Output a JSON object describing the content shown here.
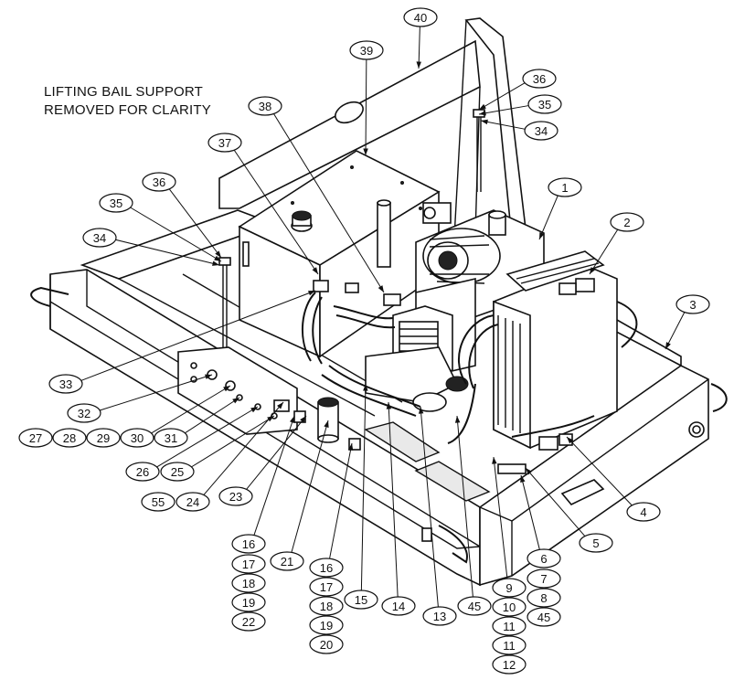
{
  "note": {
    "line1": "LIFTING BAIL SUPPORT",
    "line2": "REMOVED FOR CLARITY"
  },
  "callouts": [
    {
      "id": "c40",
      "label": "40"
    },
    {
      "id": "c39",
      "label": "39"
    },
    {
      "id": "c38",
      "label": "38"
    },
    {
      "id": "c37",
      "label": "37"
    },
    {
      "id": "c36a",
      "label": "36"
    },
    {
      "id": "c35a",
      "label": "35"
    },
    {
      "id": "c34a",
      "label": "34"
    },
    {
      "id": "c36b",
      "label": "36"
    },
    {
      "id": "c35b",
      "label": "35"
    },
    {
      "id": "c34b",
      "label": "34"
    },
    {
      "id": "c1",
      "label": "1"
    },
    {
      "id": "c2",
      "label": "2"
    },
    {
      "id": "c3",
      "label": "3"
    },
    {
      "id": "c33",
      "label": "33"
    },
    {
      "id": "c32",
      "label": "32"
    },
    {
      "id": "c27",
      "label": "27"
    },
    {
      "id": "c28",
      "label": "28"
    },
    {
      "id": "c29",
      "label": "29"
    },
    {
      "id": "c30",
      "label": "30"
    },
    {
      "id": "c31",
      "label": "31"
    },
    {
      "id": "c26",
      "label": "26"
    },
    {
      "id": "c25",
      "label": "25"
    },
    {
      "id": "c55",
      "label": "55"
    },
    {
      "id": "c24",
      "label": "24"
    },
    {
      "id": "c23",
      "label": "23"
    },
    {
      "id": "c4",
      "label": "4"
    },
    {
      "id": "c5",
      "label": "5"
    },
    {
      "id": "c16a",
      "label": "16"
    },
    {
      "id": "c17a",
      "label": "17"
    },
    {
      "id": "c18a",
      "label": "18"
    },
    {
      "id": "c19a",
      "label": "19"
    },
    {
      "id": "c22",
      "label": "22"
    },
    {
      "id": "c21",
      "label": "21"
    },
    {
      "id": "c16b",
      "label": "16"
    },
    {
      "id": "c17b",
      "label": "17"
    },
    {
      "id": "c18b",
      "label": "18"
    },
    {
      "id": "c19b",
      "label": "19"
    },
    {
      "id": "c20",
      "label": "20"
    },
    {
      "id": "c15",
      "label": "15"
    },
    {
      "id": "c14",
      "label": "14"
    },
    {
      "id": "c13",
      "label": "13"
    },
    {
      "id": "c45a",
      "label": "45"
    },
    {
      "id": "c9",
      "label": "9"
    },
    {
      "id": "c10",
      "label": "10"
    },
    {
      "id": "c11a",
      "label": "11"
    },
    {
      "id": "c11b",
      "label": "11"
    },
    {
      "id": "c12",
      "label": "12"
    },
    {
      "id": "c6",
      "label": "6"
    },
    {
      "id": "c7",
      "label": "7"
    },
    {
      "id": "c8",
      "label": "8"
    },
    {
      "id": "c45b",
      "label": "45"
    }
  ]
}
